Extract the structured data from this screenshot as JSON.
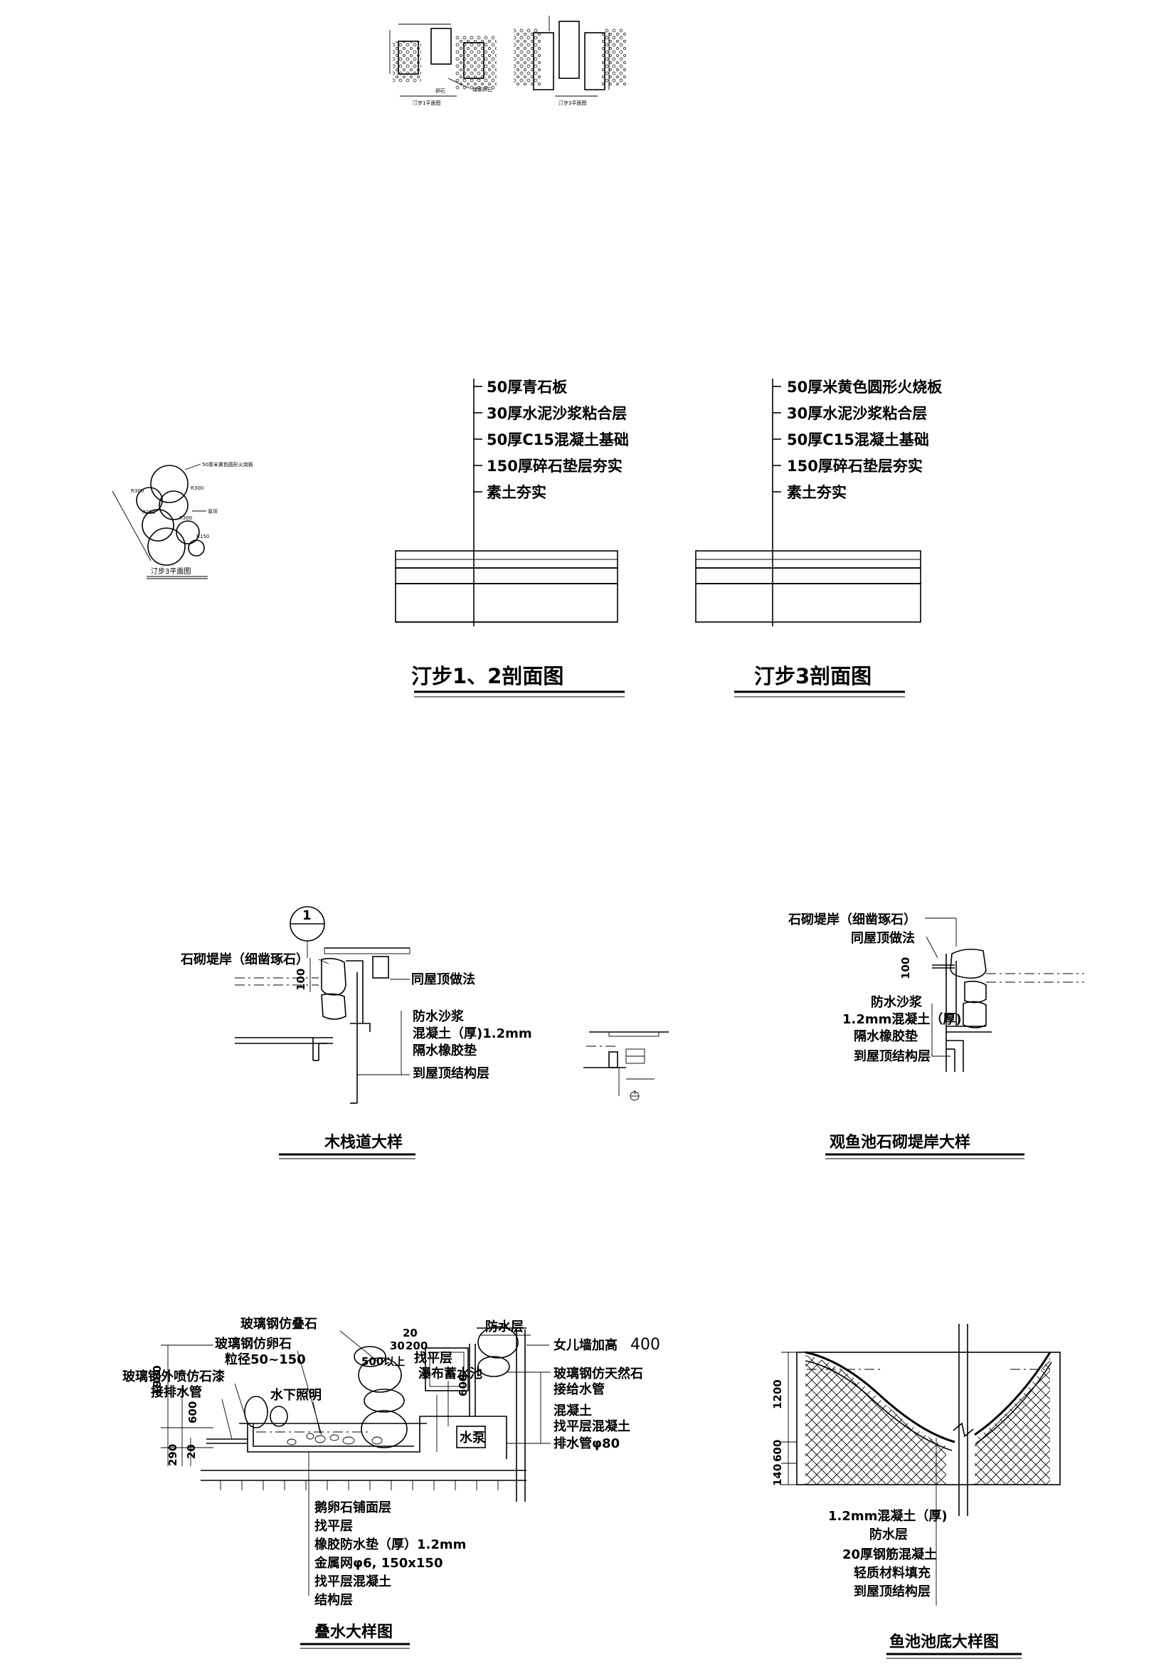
{
  "stepping": {
    "plan12_title": "汀步1平面图",
    "plan12_note": "卵石",
    "plan12_note2": "铺装卵石",
    "plan3b_title": "汀步3平面图",
    "plan3_title": "汀步3平面图",
    "plan3_note": "50厚米黄色圆形火烧板",
    "plan3_note2": "草坪",
    "plan3_r": [
      "R300",
      "R300",
      "R250",
      "R300",
      "R150"
    ],
    "section12": {
      "title": "汀步1、2剖面图",
      "layers": [
        "50厚青石板",
        "30厚水泥沙浆粘合层",
        "50厚C15混凝土基础",
        "150厚碎石垫层夯实",
        "素土夯实"
      ]
    },
    "section3": {
      "title": "汀步3剖面图",
      "layers": [
        "50厚米黄色圆形火烧板",
        "30厚水泥沙浆粘合层",
        "50厚C15混凝土基础",
        "150厚碎石垫层夯实",
        "素土夯实"
      ]
    }
  },
  "boardwalk": {
    "title": "木栈道大样",
    "marker": "1",
    "dim": "100",
    "labels": [
      "石砌堤岸（细凿琢石）",
      "同屋顶做法",
      "防水沙浆",
      "混凝土（厚)1.2mm",
      "隔水橡胶垫",
      "到屋顶结构层"
    ],
    "detail_marker": "1"
  },
  "fishbank": {
    "title": "观鱼池石砌堤岸大样",
    "dim": "100",
    "labels": [
      "石砌堤岸（细凿琢石）",
      "同屋顶做法",
      "防水沙浆",
      "1.2mm混凝土（厚)",
      "隔水橡胶垫",
      "到屋顶结构层"
    ]
  },
  "cascade": {
    "title": "叠水大样图",
    "dims": [
      "1900",
      "600",
      "290",
      "20",
      "20",
      "30",
      "200",
      "500以上",
      "600"
    ],
    "left_labels": [
      "玻璃钢仿叠石",
      "玻璃钢仿卵石",
      "粒径50~150",
      "玻璃钢外喷仿石漆",
      "接排水管",
      "水下照明"
    ],
    "top_labels": [
      "找平层",
      "瀑布蓄水池",
      "防水层",
      "女儿墙加高",
      "400"
    ],
    "right_labels": [
      "玻璃钢仿天然石",
      "接给水管",
      "混凝土",
      "找平层混凝土",
      "排水管φ80"
    ],
    "pump": "水泵",
    "bottom_labels": [
      "鹅卵石铺面层",
      "找平层",
      "橡胶防水垫（厚）1.2mm",
      "金属网φ6, 150x150",
      "找平层混凝土",
      "结构层"
    ]
  },
  "pondbottom": {
    "title": "鱼池池底大样图",
    "dims": [
      "1200",
      "600",
      "140"
    ],
    "labels": [
      "1.2mm混凝土（厚)",
      "防水层",
      "20厚钢筋混凝土",
      "轻质材料填充",
      "到屋顶结构层"
    ]
  }
}
